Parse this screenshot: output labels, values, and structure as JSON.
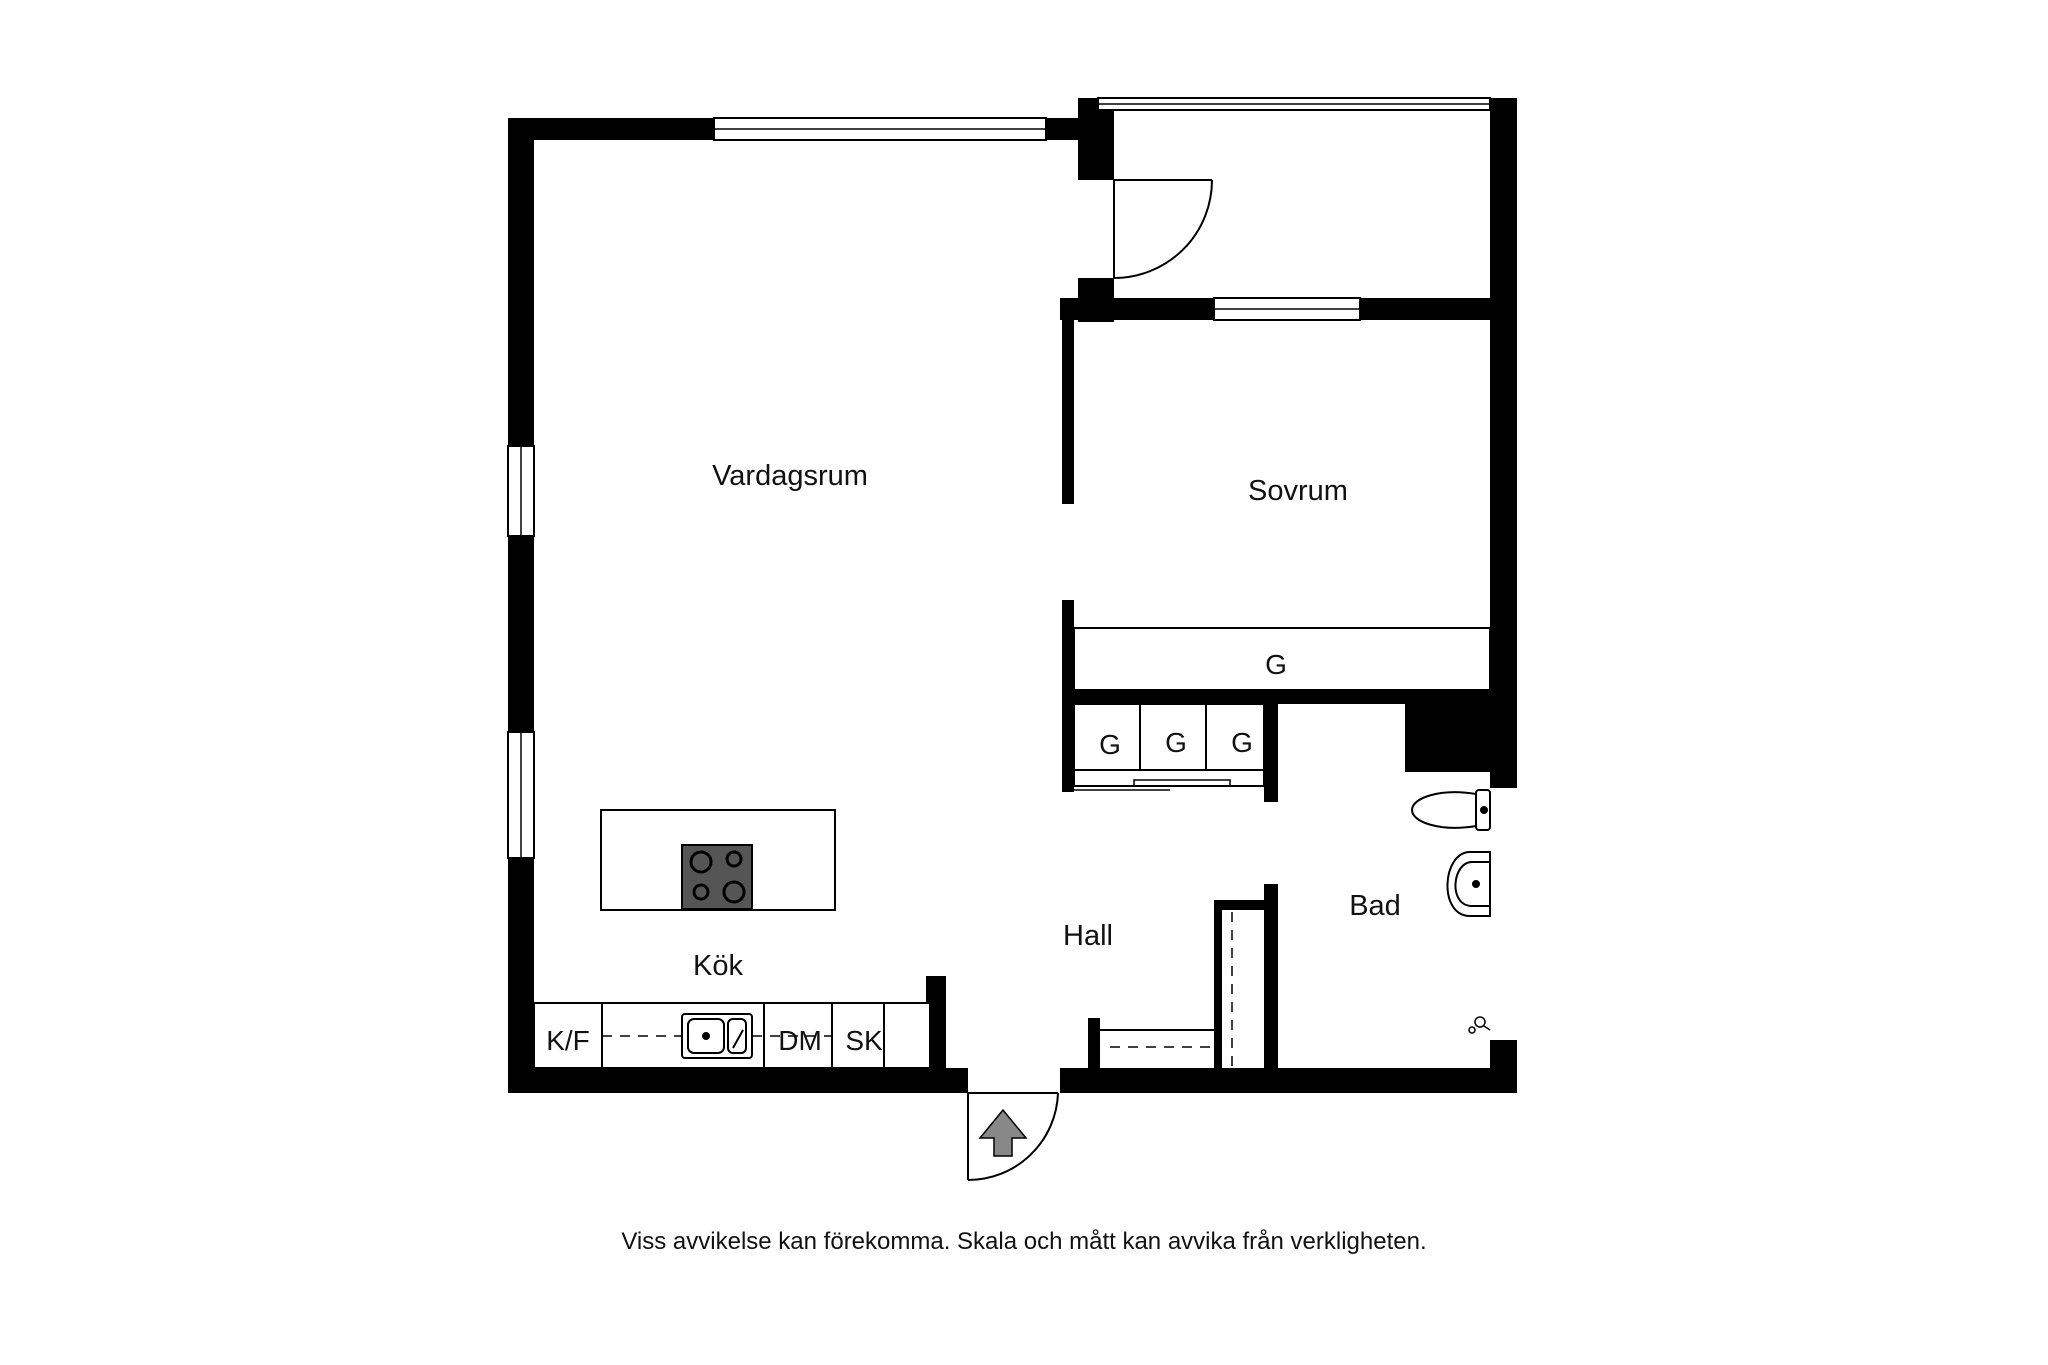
{
  "rooms": {
    "living": "Vardagsrum",
    "bedroom": "Sovrum",
    "kitchen": "Kök",
    "hall": "Hall",
    "bath": "Bad"
  },
  "fixtures": {
    "wardrobe": "G",
    "fridge_freezer": "K/F",
    "dishwasher": "DM",
    "cabinet": "SK"
  },
  "disclaimer": "Viss avvikelse kan förekomma. Skala och mått kan avvika från verkligheten."
}
